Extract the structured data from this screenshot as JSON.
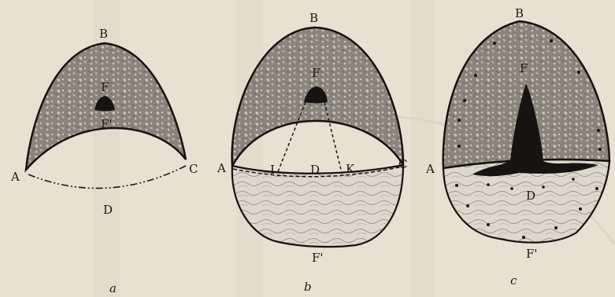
{
  "figures": [
    {
      "caption": "a",
      "labels": {
        "A": "A",
        "B": "B",
        "C": "C",
        "D": "D",
        "F": "F",
        "F_prime": "F'"
      }
    },
    {
      "caption": "b",
      "labels": {
        "A": "A",
        "B": "B",
        "C": "C",
        "D": "D",
        "F": "F",
        "F_prime": "F'",
        "I": "I",
        "K": "K"
      }
    },
    {
      "caption": "c",
      "labels": {
        "A": "A",
        "B": "B",
        "D": "D",
        "F": "F",
        "F_prime": "F'"
      }
    }
  ],
  "colors": {
    "paper": "#e8e1d2",
    "flap_fill": "#8a857c",
    "flap_texture": "#c9c3b6",
    "wound_fill": "#161310",
    "lower_flap_fill": "#ddd8cc",
    "outline": "#151210"
  }
}
